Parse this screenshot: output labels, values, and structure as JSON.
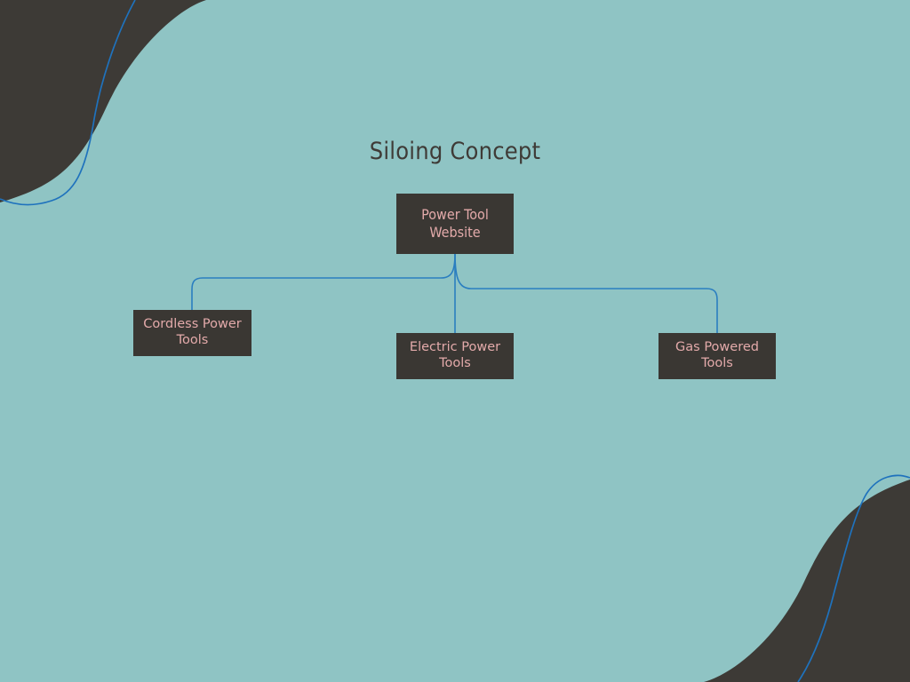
{
  "slide": {
    "title": "Siloing Concept",
    "background_color": "#8fc4c4",
    "node_fill_color": "#3a3733",
    "node_text_color": "#e3aaaa",
    "title_color": "#3f3b37",
    "connector_color": "#2a7ec0",
    "decor_shape_color": "#3d3a36"
  },
  "diagram": {
    "type": "hierarchy-tree",
    "root": {
      "label": "Power Tool Website",
      "line1": "Power Tool",
      "line2": "Website"
    },
    "children": [
      {
        "label": "Cordless Power Tools",
        "line1": "Cordless Power",
        "line2": "Tools"
      },
      {
        "label": "Electric Power Tools",
        "line1": "Electric Power",
        "line2": "Tools"
      },
      {
        "label": "Gas Powered Tools",
        "line1": "Gas Powered",
        "line2": "Tools"
      }
    ]
  }
}
